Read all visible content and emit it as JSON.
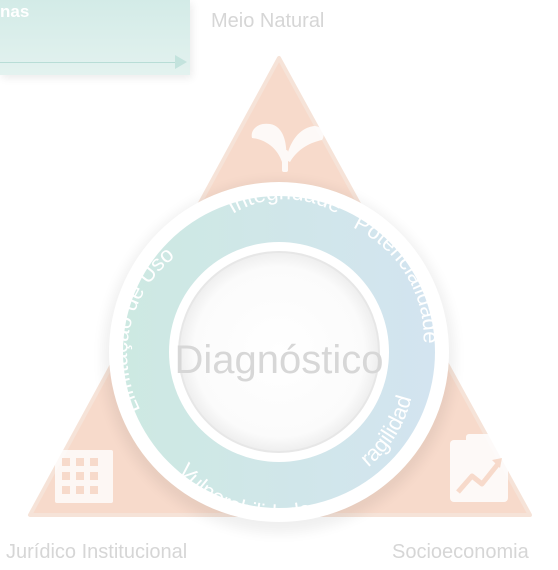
{
  "panel": {
    "label": "nas"
  },
  "vertices": {
    "top": "Meio Natural",
    "left": "Jurídico Institucional",
    "right": "Socioeconomia"
  },
  "center": "Diagnóstico",
  "ring": {
    "top": "Integridade",
    "right_upper": "Potencialidade",
    "right_lower": "Fragilidade",
    "bottom": "Vulnerabilidade",
    "left": "Limitação de Uso"
  },
  "icons": {
    "top": "sprout-icon",
    "left": "building-icon",
    "right": "growth-chart-icon"
  },
  "colors": {
    "triangle": "#f7dacb",
    "ring_teal": "#c9e6df",
    "ring_blue": "#cfe2ee",
    "text_light": "#ffffff",
    "label_gray": "#d6d6d6"
  }
}
